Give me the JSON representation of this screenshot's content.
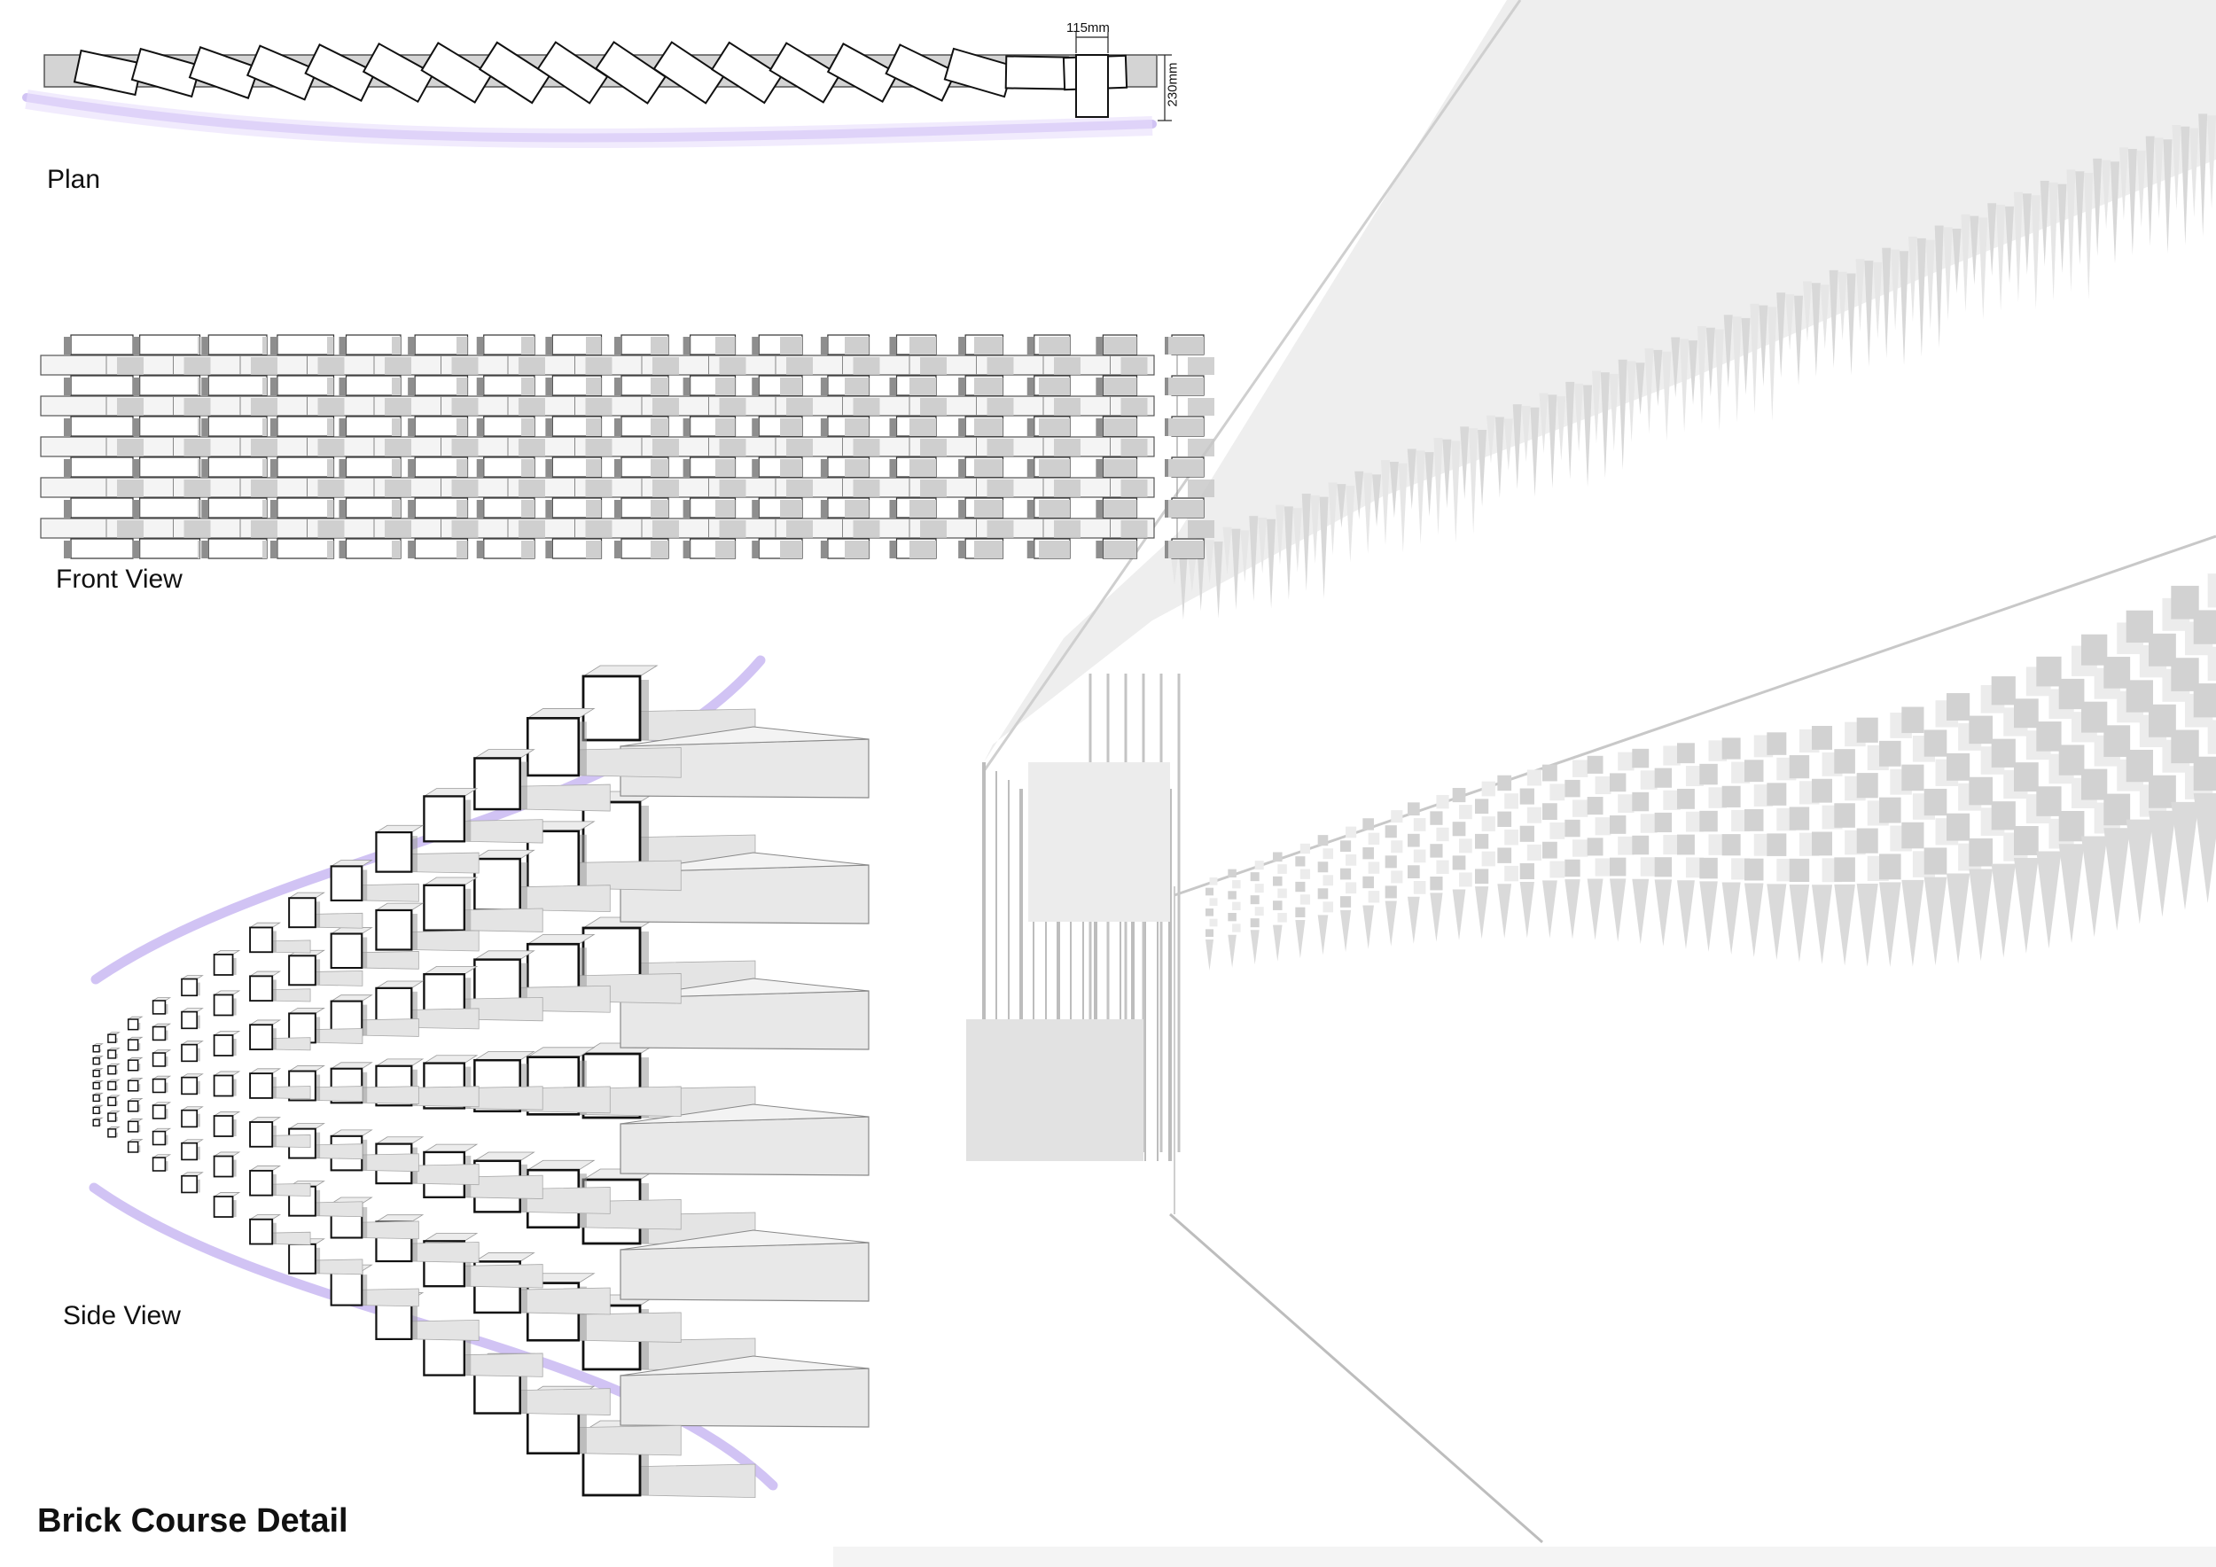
{
  "labels": {
    "plan": "Plan",
    "front_view": "Front View",
    "side_view": "Side View",
    "title": "Brick Course Detail"
  },
  "dimensions": {
    "brick_width": "115mm",
    "brick_length": "230mm"
  },
  "colors": {
    "brick_face": "#ffffff",
    "brick_side": "#d6d6d6",
    "brick_top": "#ececec",
    "shadow": "#9a9a9a",
    "curve_accent": "#c9b9f2",
    "render_gray": "#dcdcdc"
  }
}
